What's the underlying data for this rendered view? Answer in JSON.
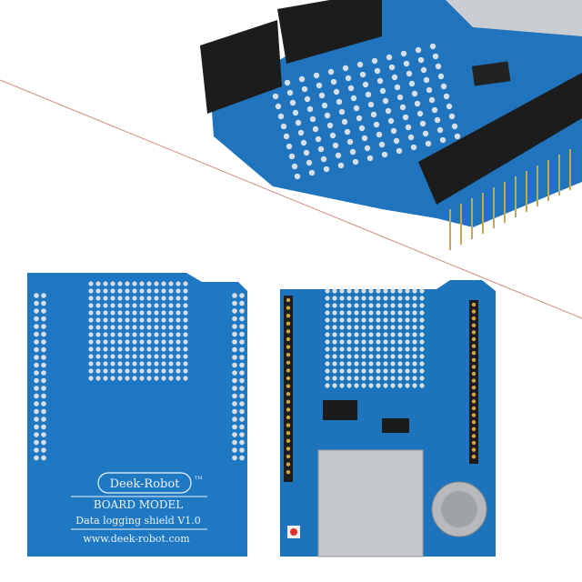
{
  "colors": {
    "pcb": "#1e78c2",
    "pcb_dark": "#175f9f",
    "pad": "#d9dfe6",
    "header": "#1c1c1c",
    "divider_line": "#c98a7a"
  },
  "back_board": {
    "logo": "Deek-Robot",
    "trademark": "TM",
    "heading": "BOARD MODEL",
    "model": "Data logging shield V1.0",
    "url": "www.deek-robot.com"
  }
}
